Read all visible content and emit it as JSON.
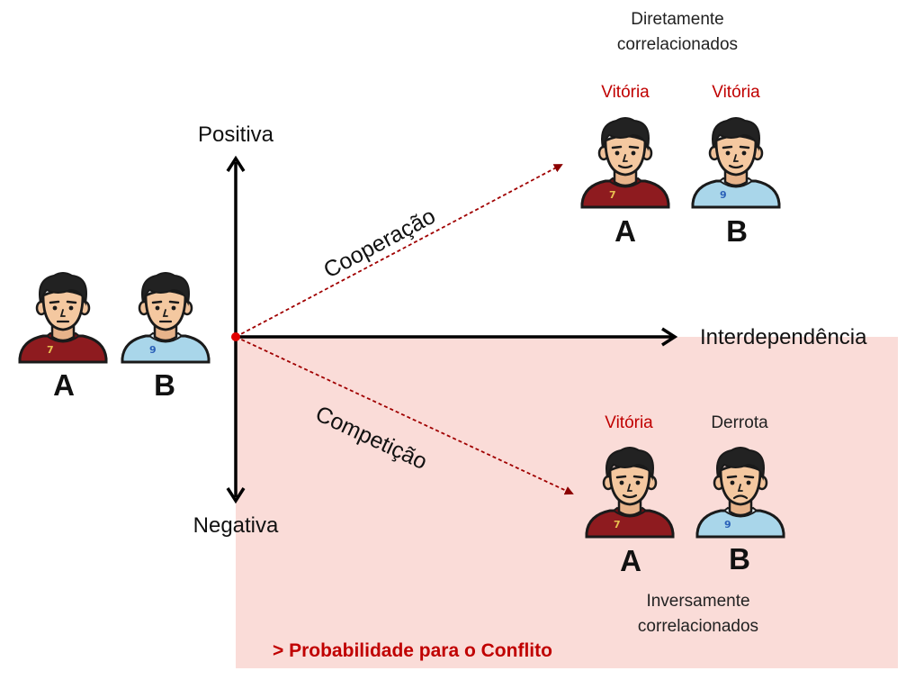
{
  "axes": {
    "positive": "Positiva",
    "negative": "Negativa",
    "interdependence": "Interdependência"
  },
  "relations": {
    "cooperation": "Cooperação",
    "competition": "Competição"
  },
  "outcomes": {
    "victory": "Vitória",
    "defeat": "Derrota",
    "direct_correlation": "Diretamente correlacionados",
    "inverse_correlation": "Inversamente correlacionados"
  },
  "players": {
    "a": "A",
    "b": "B"
  },
  "conflict_note": "> Probabilidade para o Conflito",
  "colors": {
    "conflict_zone": "#fadcd8",
    "victory": "#c00000",
    "player_a_shirt": "#8e1b1f",
    "player_b_shirt": "#a9d6ea",
    "dashed_arrow": "#a00000"
  }
}
